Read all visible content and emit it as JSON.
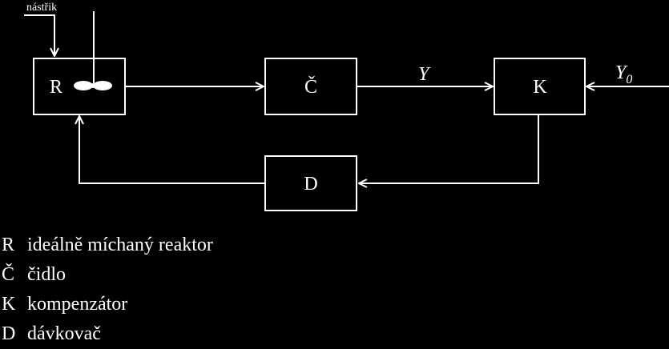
{
  "diagram": {
    "feed_label": "nástřik",
    "blocks": {
      "reactor": "R",
      "sensor": "Č",
      "compensator": "K",
      "doser": "D"
    },
    "signals": {
      "output": "Y",
      "setpoint_base": "Y",
      "setpoint_sub": "0"
    }
  },
  "legend": [
    {
      "key": "R",
      "text": "ideálně míchaný reaktor"
    },
    {
      "key": "Č",
      "text": "čidlo"
    },
    {
      "key": "K",
      "text": "kompenzátor"
    },
    {
      "key": "D",
      "text": "dávkovač"
    }
  ],
  "colors": {
    "background": "#000000",
    "foreground": "#ffffff"
  }
}
